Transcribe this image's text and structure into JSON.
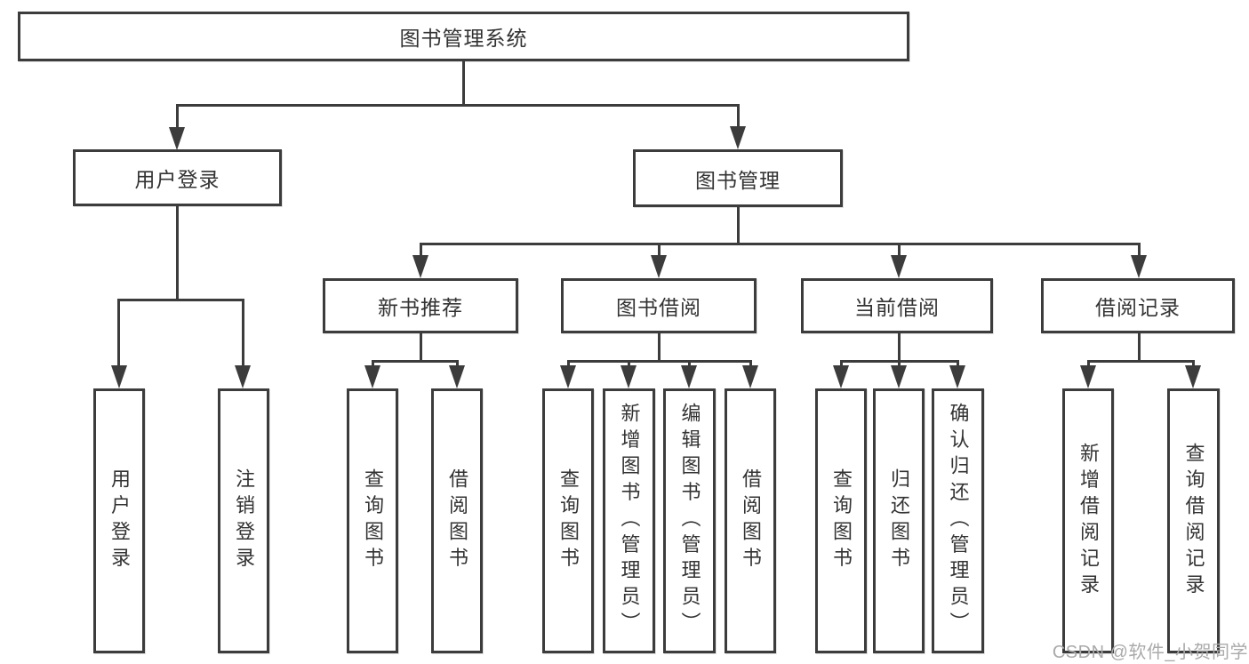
{
  "diagram_title": "图书管理系统",
  "tree": {
    "label": "图书管理系统",
    "children": [
      {
        "label": "用户登录",
        "children": [
          {
            "label": "用户登录"
          },
          {
            "label": "注销登录"
          }
        ]
      },
      {
        "label": "图书管理",
        "children": [
          {
            "label": "新书推荐",
            "children": [
              {
                "label": "查询图书"
              },
              {
                "label": "借阅图书"
              }
            ]
          },
          {
            "label": "图书借阅",
            "children": [
              {
                "label": "查询图书"
              },
              {
                "label": "新增图书（管理员）"
              },
              {
                "label": "编辑图书（管理员）"
              },
              {
                "label": "借阅图书"
              }
            ]
          },
          {
            "label": "当前借阅",
            "children": [
              {
                "label": "查询图书"
              },
              {
                "label": "归还图书"
              },
              {
                "label": "确认归还（管理员）"
              }
            ]
          },
          {
            "label": "借阅记录",
            "children": [
              {
                "label": "新增借阅记录"
              },
              {
                "label": "查询借阅记录"
              }
            ]
          }
        ]
      }
    ]
  },
  "watermark": {
    "text": "CSDN @软件_小贺同学"
  },
  "colors": {
    "line": "#3c3c3c",
    "text": "#333333",
    "background": "#ffffff",
    "watermark": "#aaaaaa"
  }
}
